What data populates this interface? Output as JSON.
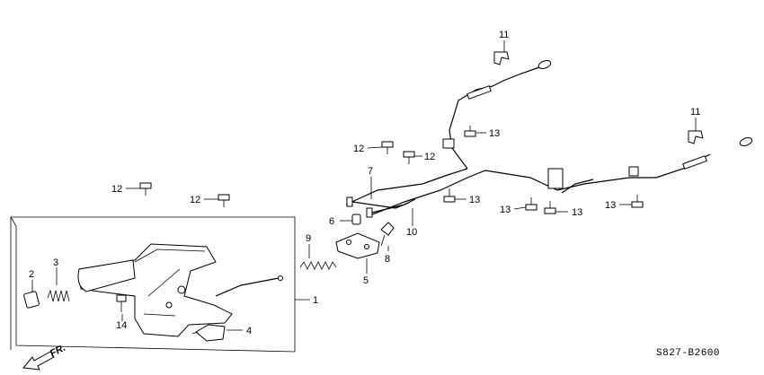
{
  "callouts": {
    "c1": "1",
    "c2": "2",
    "c3": "3",
    "c4": "4",
    "c5": "5",
    "c6": "6",
    "c7": "7",
    "c8": "8",
    "c9": "9",
    "c10": "10",
    "c11a": "11",
    "c11b": "11",
    "c12a": "12",
    "c12b": "12",
    "c12c": "12",
    "c12d": "12",
    "c13a": "13",
    "c13b": "13",
    "c13c": "13",
    "c13d": "13",
    "c13e": "13",
    "c14": "14"
  },
  "diagram_code": "S827-B2600",
  "direction_label": "FR."
}
